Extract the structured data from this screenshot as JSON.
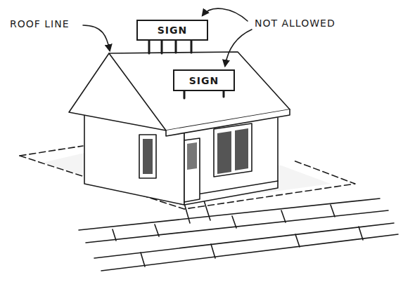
{
  "diagram": {
    "nodes": [
      {
        "text": [
          "SIGN"
        ]
      },
      {
        "text": [
          "SIGN"
        ]
      }
    ],
    "labels": [
      "ROOF LINE",
      "NOT ALLOWED"
    ]
  }
}
